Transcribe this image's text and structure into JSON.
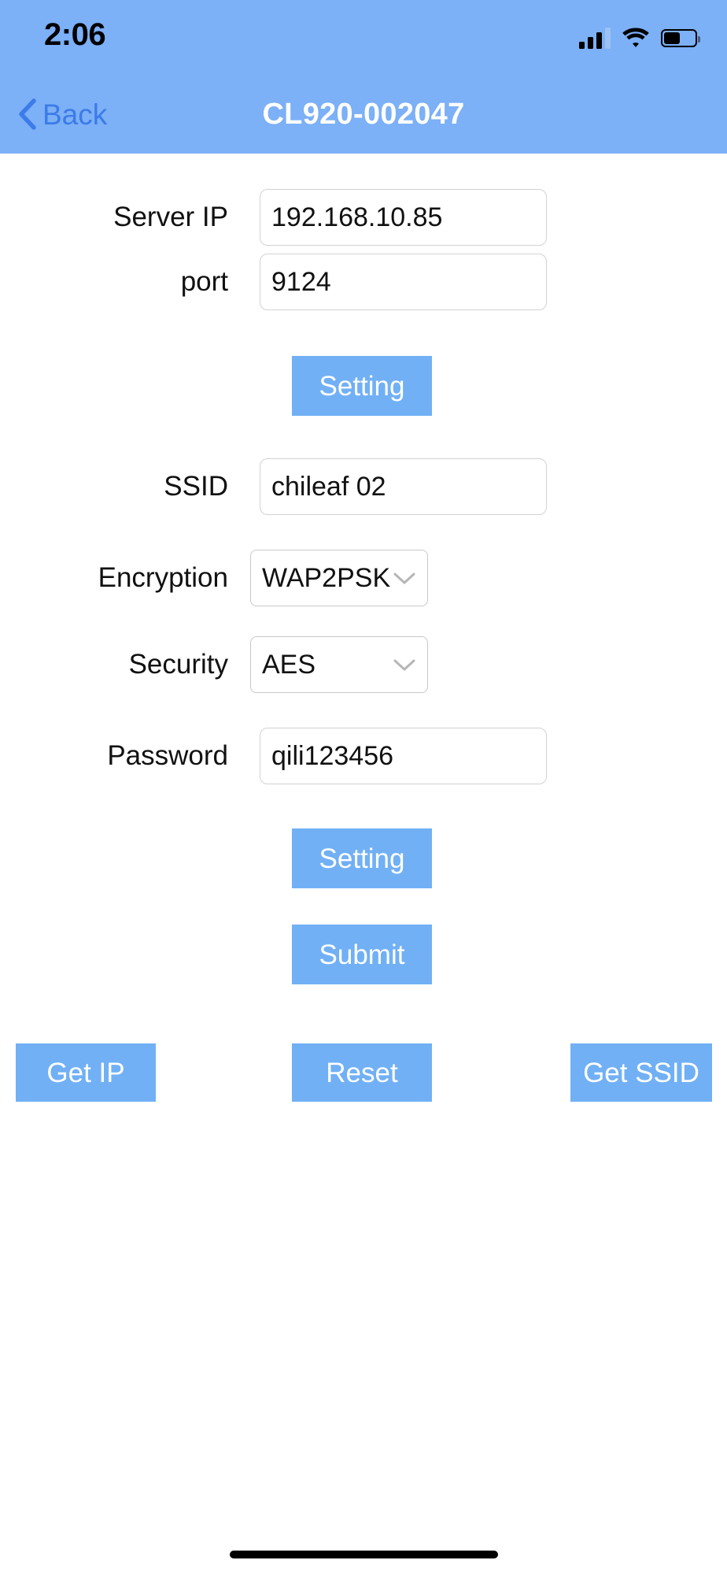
{
  "status_bar": {
    "time": "2:06",
    "cellular_icon": "cellular-signal-icon",
    "cellular_bars_active": 3,
    "cellular_bars_total": 4,
    "wifi_icon": "wifi-icon",
    "battery_icon": "battery-icon",
    "battery_level_percent": 48
  },
  "nav": {
    "back_label": "Back",
    "back_icon": "chevron-left-icon",
    "title": "CL920-002047"
  },
  "form": {
    "server_ip": {
      "label": "Server IP",
      "value": "192.168.10.85",
      "placeholder": ""
    },
    "port": {
      "label": "port",
      "value": "9124",
      "placeholder": ""
    },
    "ssid": {
      "label": "SSID",
      "value": "chileaf 02",
      "placeholder": ""
    },
    "encryption": {
      "label": "Encryption",
      "value": "WAP2PSK",
      "chevron_icon": "chevron-down-icon"
    },
    "security": {
      "label": "Security",
      "value": "AES",
      "chevron_icon": "chevron-down-icon"
    },
    "password": {
      "label": "Password",
      "value": "qili123456",
      "placeholder": ""
    }
  },
  "buttons": {
    "setting_server": "Setting",
    "setting_wifi": "Setting",
    "submit": "Submit",
    "get_ip": "Get IP",
    "reset": "Reset",
    "get_ssid": "Get SSID"
  },
  "colors": {
    "nav_background": "#7CB0F7",
    "button_background": "#71B0F5",
    "back_text": "#3C7BE8",
    "title_text": "#FFFFFF",
    "input_border": "#D2D2D2",
    "page_background": "#FFFFFF"
  }
}
